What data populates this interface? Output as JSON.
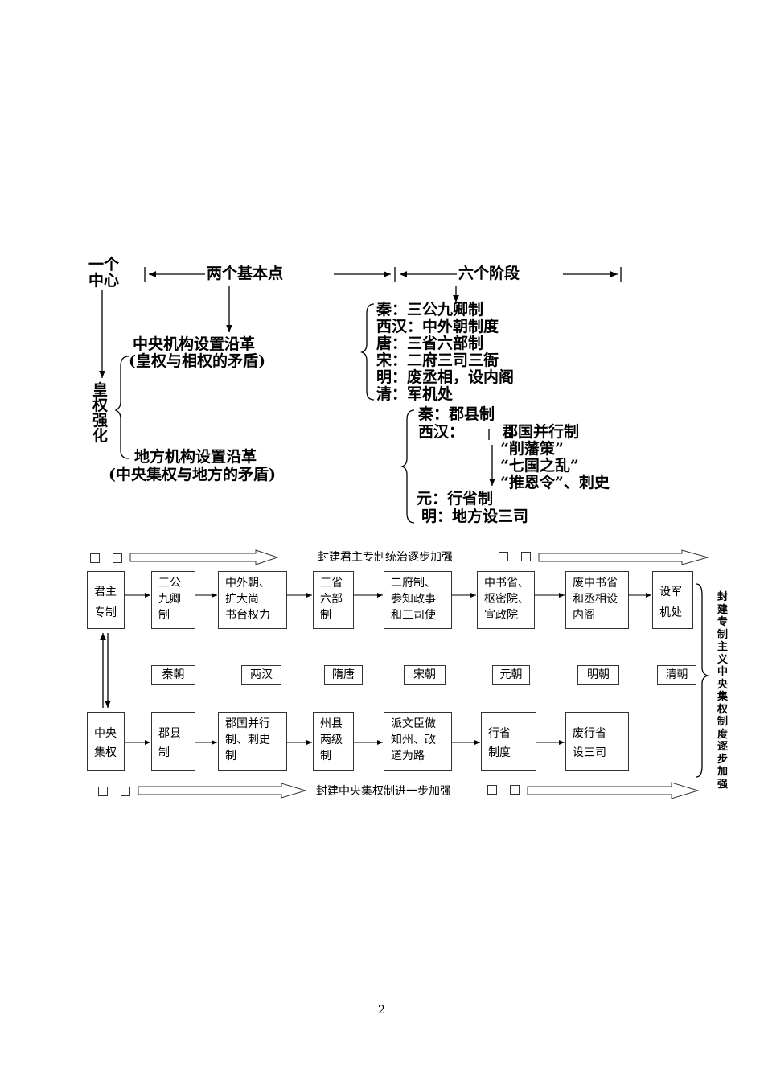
{
  "overview": {
    "one_center_line1": "一个",
    "one_center_line2": "中心",
    "two_points": "两个基本点",
    "six_stages": "六个阶段",
    "result": "皇权强化",
    "central_title": "中央机构设置沿革",
    "central_sub": "(皇权与相权的矛盾)",
    "local_title": "地方机构设置沿革",
    "local_sub": "(中央集权与地方的矛盾)",
    "central_items": [
      "秦：三公九卿制",
      "西汉：中外朝制度",
      "唐：三省六部制",
      "宋：二府三司三衙",
      "明：废丞相，设内阁",
      "清：军机处"
    ],
    "local_items": {
      "qin": "秦：郡县制",
      "xihan": "西汉：",
      "xihan_steps": [
        "郡国并行制",
        "“削藩策”",
        "“七国之乱”",
        "“推恩令”、刺史"
      ],
      "yuan": "元：行省制",
      "ming": "明：地方设三司"
    }
  },
  "flow": {
    "top_banner": "封建君主专制统治逐步加强",
    "bottom_banner": "封建中央集权制进一步加强",
    "side_label": "封建专制主义中央集权制度逐步加强",
    "top_row": [
      "君主\n专制",
      "三公\n九卿\n制",
      "中外朝、\n扩大尚\n书台权力",
      "三省\n六部\n制",
      "二府制、\n参知政事\n和三司使",
      "中书省、\n枢密院、\n宣政院",
      "废中书省\n和丞相设\n内阁",
      "设军\n机处"
    ],
    "dynasties": [
      "秦朝",
      "两汉",
      "隋唐",
      "宋朝",
      "元朝",
      "明朝",
      "清朝"
    ],
    "bottom_row": [
      "中央\n集权",
      "郡县\n制",
      "郡国并行\n制、刺史\n制",
      "州县\n两级\n制",
      "派文臣做\n知州、改\n道为路",
      "行省\n制度",
      "废行省\n设三司"
    ]
  },
  "page_number": "2"
}
